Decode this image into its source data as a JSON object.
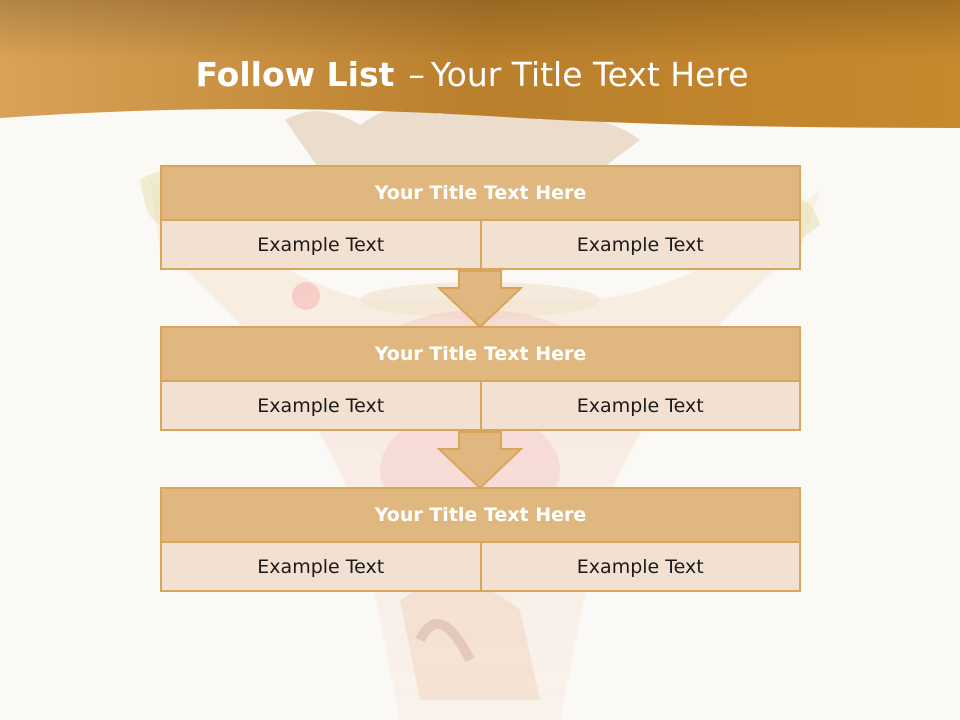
{
  "slide": {
    "title_bold": "Follow List",
    "title_dash": "–",
    "title_rest": "Your Title Text Here"
  },
  "blocks": [
    {
      "title": "Your Title Text Here",
      "left": "Example Text",
      "right": "Example Text"
    },
    {
      "title": "Your Title Text Here",
      "left": "Example Text",
      "right": "Example Text"
    },
    {
      "title": "Your Title Text Here",
      "left": "Example Text",
      "right": "Example Text"
    }
  ],
  "colors": {
    "header_band": "#c98b2e",
    "block_head": "#e0b87f",
    "block_cell": "#f2e0d0",
    "border": "#d8a55a"
  }
}
